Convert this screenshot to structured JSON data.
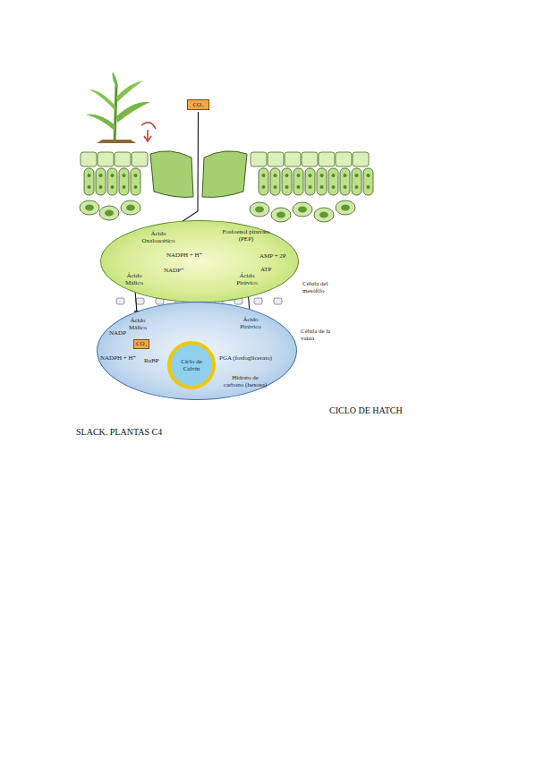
{
  "diagram": {
    "caption": "CICLO DE HATCH SLACK. PLANTAS C4",
    "nodes": [
      {
        "text": [
          "CO₂"
        ]
      },
      {
        "text": [
          "Célula del mesófilo"
        ]
      },
      {
        "text": [
          "Ácido Oxaloacético"
        ],
        "in": 1
      },
      {
        "text": [
          "Fosfoenol piruvato (PEP)"
        ],
        "in": 1
      },
      {
        "text": [
          "Ácido Málico"
        ],
        "in": 1
      },
      {
        "text": [
          "Ácido Pirúvico"
        ],
        "in": 1
      },
      {
        "text": [
          "Célula de la vaina"
        ]
      },
      {
        "text": [
          "Ácido Málico"
        ],
        "in": 6
      },
      {
        "text": [
          "Ácido Pirúvico"
        ],
        "in": 6
      },
      {
        "text": [
          "CO₂"
        ],
        "in": 6
      },
      {
        "text": [
          "Ciclo de Calvin"
        ],
        "in": 6
      },
      {
        "text": [
          "RuBP"
        ],
        "in": 6
      },
      {
        "text": [
          "PGA (fosfoglicerato)"
        ],
        "in": 6
      },
      {
        "text": [
          "Hidrato de carbono (hexosa)"
        ],
        "in": 6
      }
    ],
    "edges": [
      {
        "from": 0,
        "to": 2,
        "arrow": "to"
      },
      {
        "from": 3,
        "to": 2,
        "arrow": "to"
      },
      {
        "from": 2,
        "to": 4,
        "arrow": "to"
      },
      {
        "from": 5,
        "to": 3,
        "arrow": "to"
      },
      {
        "from": 4,
        "to": 7,
        "arrow": "to"
      },
      {
        "from": 7,
        "to": 8,
        "arrow": "to"
      },
      {
        "from": 8,
        "to": 5,
        "arrow": "to"
      },
      {
        "from": 7,
        "to": 9,
        "arrow": "to"
      },
      {
        "from": 9,
        "to": 10,
        "arrow": "to"
      },
      {
        "from": 10,
        "to": 13,
        "arrow": "to"
      }
    ],
    "labels": [
      "NADPH + H⁺",
      "NADP⁺",
      "AMP + 2P",
      "ATP",
      "NADP",
      "NADPH + H⁺"
    ]
  }
}
